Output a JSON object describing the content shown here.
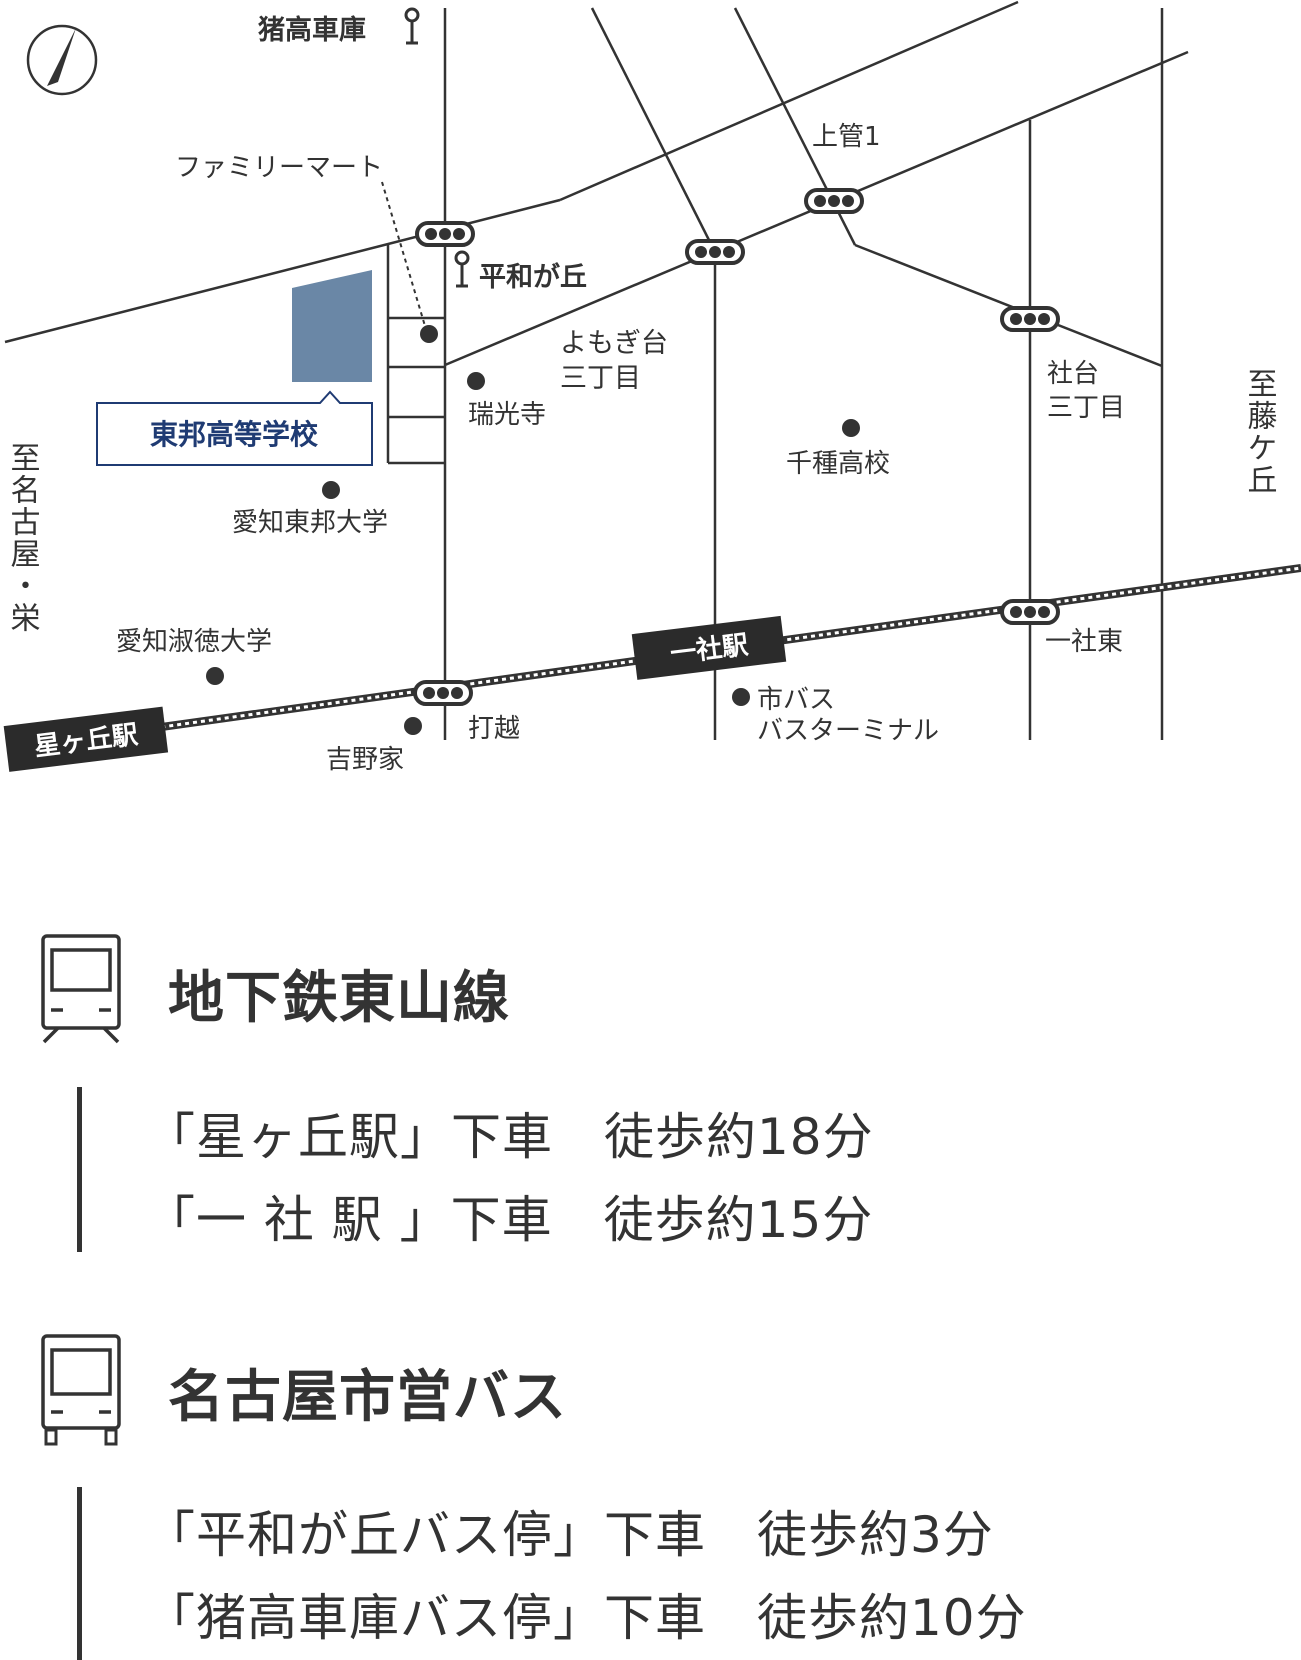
{
  "map": {
    "school": "東邦高等学校",
    "landmarks": {
      "inotaka_shako": "猪高車庫",
      "heiwagaoka": "平和が丘",
      "familymart": "ファミリーマート",
      "yomogidai_1": "よもぎ台",
      "yomogidai_2": "三丁目",
      "zuikoji": "瑞光寺",
      "chikusa_koko": "千種高校",
      "aichi_toho": "愛知東邦大学",
      "aichi_shukutoku": "愛知淑徳大学",
      "yoshinoya": "吉野家",
      "uchikoshi": "打越",
      "shibus_1": "市バス",
      "shibus_2": "バスターミナル",
      "kamisuga": "上管1",
      "yashiro_1": "社台",
      "yashiro_2": "三丁目",
      "isshahigashi": "一社東"
    },
    "directions": {
      "to_nagoya": "至名古屋・栄",
      "to_fujigaoka": "至藤ケ丘"
    },
    "stations": {
      "hoshigaoka": "星ヶ丘駅",
      "issha": "一社駅"
    }
  },
  "access": [
    {
      "icon": "subway-train-icon",
      "title": "地下鉄東山線",
      "routes": [
        "「星ヶ丘駅」下車　徒歩約18分",
        "「一 社 駅 」下車　徒歩約15分"
      ]
    },
    {
      "icon": "bus-icon",
      "title": "名古屋市営バス",
      "routes": [
        "「平和が丘バス停」下車　徒歩約3分",
        "「猪高車庫バス停」下車　徒歩約10分"
      ]
    }
  ],
  "colors": {
    "school_block": "#6a87a6",
    "school_label": "#1f3b73",
    "ink": "#333333"
  }
}
